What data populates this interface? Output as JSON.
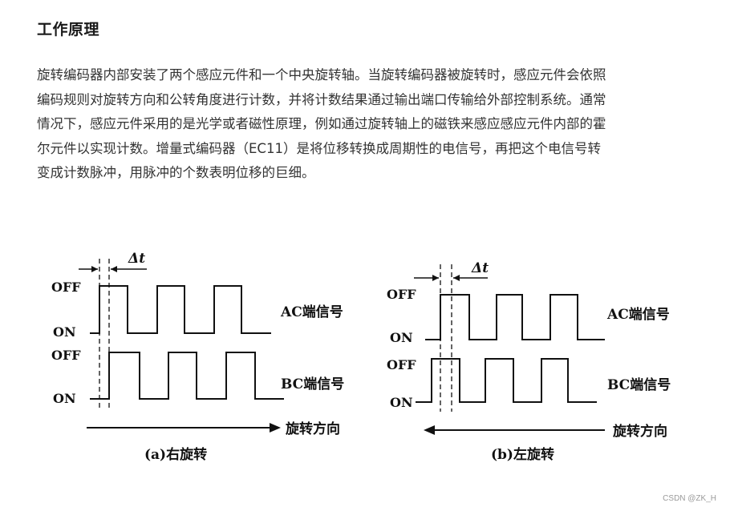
{
  "heading": "工作原理",
  "paragraph_lines": [
    "旋转编码器内部安装了两个感应元件和一个中央旋转轴。当旋转编码器被旋转时，感应元件会依照",
    "编码规则对旋转方向和公转角度进行计数，并将计数结果通过输出端口传输给外部控制系统。通常",
    "情况下，感应元件采用的是光学或者磁性原理，例如通过旋转轴上的磁铁来感应感应元件内部的霍",
    "尔元件以实现计数。增量式编码器（EC11）是将位移转换成周期性的电信号，再把这个电信号转",
    "变成计数脉冲，用脉冲的个数表明位移的巨细。"
  ],
  "figure": {
    "left": {
      "off_label_1": "OFF",
      "on_label_1": "ON",
      "off_label_2": "OFF",
      "on_label_2": "ON",
      "delta": "Δt",
      "signal_a": "AC端信号",
      "signal_b": "BC端信号",
      "direction": "旋转方向",
      "caption": "(a)右旋转"
    },
    "right": {
      "off_label_1": "OFF",
      "on_label_1": "ON",
      "off_label_2": "OFF",
      "on_label_2": "ON",
      "delta": "Δt",
      "signal_a": "AC端信号",
      "signal_b": "BC端信号",
      "direction": "旋转方向",
      "caption": "(b)左旋转"
    }
  },
  "watermark": "CSDN @ZK_H"
}
